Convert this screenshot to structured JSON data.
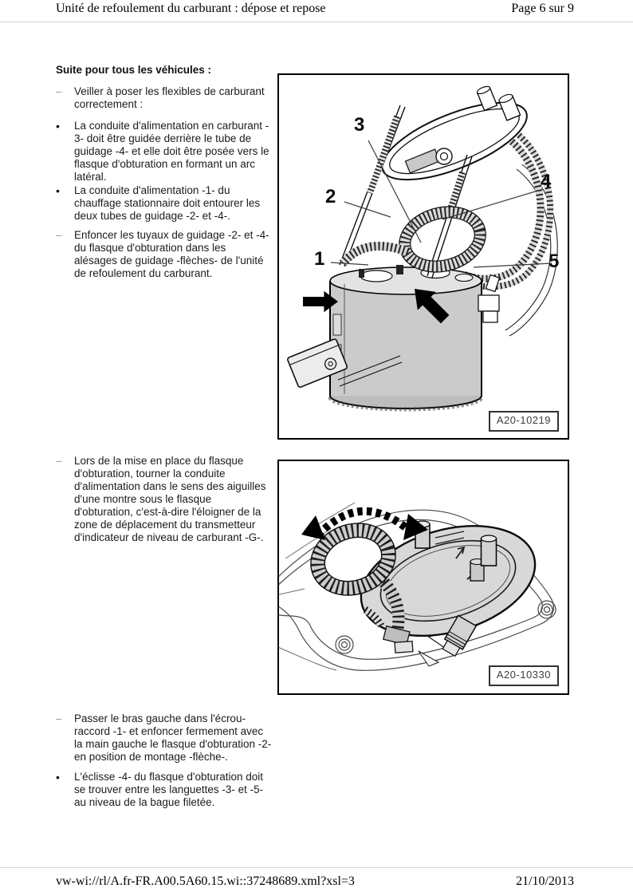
{
  "header": {
    "title": "Unité de refoulement du carburant : dépose et repose",
    "page": "Page 6 sur 9"
  },
  "section": {
    "heading": "Suite pour tous les véhicules :"
  },
  "instructions": [
    {
      "marker": "–",
      "text": "Veiller à poser les flexibles de carburant\ncorrectement :"
    },
    {
      "marker": "•",
      "text": "La conduite d'alimentation en carburant -\n3- doit être guidée derrière le tube de\nguidage -4- et elle doit être posée vers le\nflasque d'obturation en formant un arc\nlatéral."
    },
    {
      "marker": "•",
      "text": "La conduite d'alimentation -1- du\nchauffage stationnaire doit entourer les\ndeux tubes de guidage -2- et -4-."
    },
    {
      "marker": "–",
      "text": "Enfoncer les tuyaux de guidage -2- et -4-\ndu flasque d'obturation dans les\nalésages de guidage -flèches- de l'unité\nde refoulement du carburant."
    },
    {
      "marker": "–",
      "text": "Lors de la mise en place du flasque\nd'obturation, tourner la conduite\nd'alimentation dans le sens des aiguilles\nd'une montre sous le flasque\nd'obturation, c'est-à-dire l'éloigner de la\nzone de déplacement du transmetteur\nd'indicateur de niveau de carburant -G-."
    },
    {
      "marker": "–",
      "text": "Passer le bras gauche dans l'écrou-\nraccord -1- et enfoncer fermement avec\nla main gauche le flasque d'obturation -2-\nen position de montage -flèche-."
    },
    {
      "marker": "•",
      "text": "L'éclisse -4- du flasque d'obturation doit\nse trouver entre les languettes -3- et -5-\nau niveau de la bague filetée."
    }
  ],
  "figures": [
    {
      "ref": "A20-10219",
      "callouts": [
        "1",
        "2",
        "3",
        "4",
        "5"
      ]
    },
    {
      "ref": "A20-10330",
      "callouts": []
    }
  ],
  "footer": {
    "source": "vw-wi://rl/A.fr-FR.A00.5A60.15.wi::37248689.xml?xsl=3",
    "date": "21/10/2013"
  },
  "colors": {
    "marker_gray": "#9b9b9b",
    "figure_border": "#000000",
    "badge_text": "#3d3d3d"
  }
}
